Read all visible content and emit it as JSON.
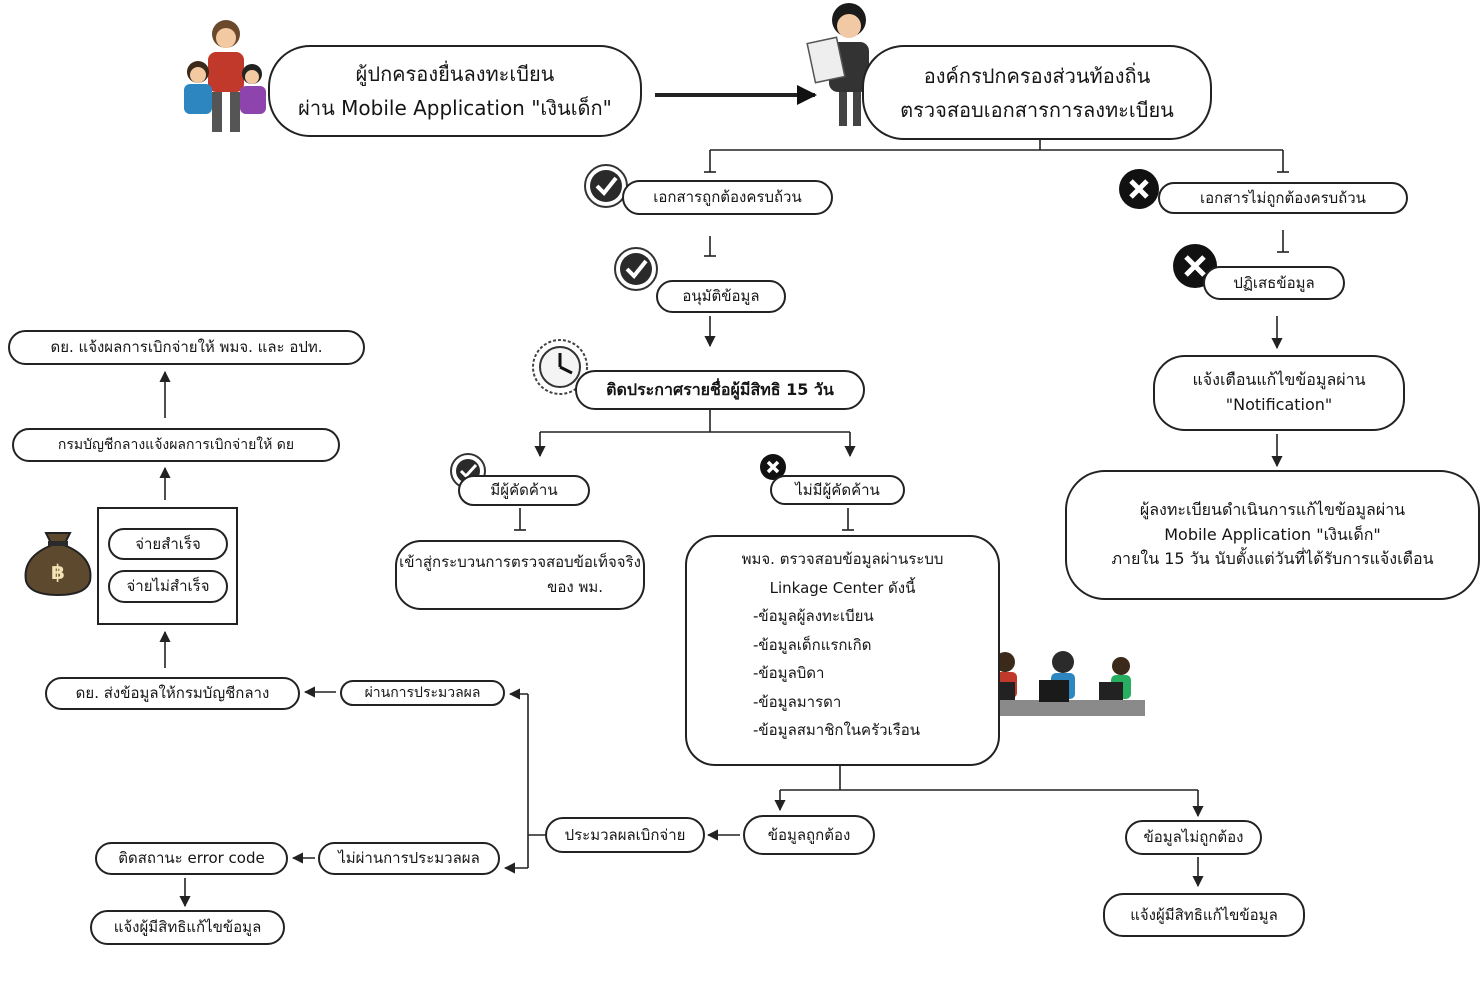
{
  "icons": {
    "approved": "check-badge-icon",
    "rejected": "x-circle-icon",
    "announce": "clock-icon",
    "money": "money-bag-icon",
    "parents": "parents-illustration",
    "officer": "officer-illustration",
    "staff": "staff-computers-illustration"
  },
  "colors": {
    "line": "#222222",
    "icon_dark": "#1a1a1a"
  },
  "flow": {
    "parent_register": {
      "line1": "ผู้ปกครองยื่นลงทะเบียน",
      "line2": "ผ่าน Mobile Application \"เงินเด็ก\""
    },
    "lao_check": {
      "line1": "องค์กรปกครองส่วนท้องถิ่น",
      "line2": "ตรวจสอบเอกสารการลงทะเบียน"
    },
    "docs_complete": "เอกสารถูกต้องครบถ้วน",
    "docs_incomplete": "เอกสารไม่ถูกต้องครบถ้วน",
    "approve": "อนุมัติข้อมูล",
    "reject": "ปฏิเสธข้อมูล",
    "announce": "ติดประกาศรายชื่อผู้มีสิทธิ 15 วัน",
    "notify": {
      "line1": "แจ้งเตือนแก้ไขข้อมูลผ่าน",
      "line2": "\"Notification\""
    },
    "objection": "มีผู้คัดค้าน",
    "no_objection": "ไม่มีผู้คัดค้าน",
    "fix_via_app": {
      "line1": "ผู้ลงทะเบียนดำเนินการแก้ไขข้อมูลผ่าน",
      "line2": "Mobile Application \"เงินเด็ก\"",
      "line3": "ภายใน 15 วัน นับตั้งแต่วันที่ได้รับการแจ้งเตือน"
    },
    "fact_check": {
      "line1": "เข้าสู่กระบวนการตรวจสอบข้อเท็จจริง",
      "line2": "ของ พม."
    },
    "linkage": {
      "line1": "พมจ. ตรวจสอบข้อมูลผ่านระบบ",
      "line2": "Linkage Center ดังนี้",
      "items": [
        "-ข้อมูลผู้ลงทะเบียน",
        "-ข้อมูลเด็กแรกเกิด",
        "-ข้อมูลบิดา",
        "-ข้อมูลมารดา",
        "-ข้อมูลสมาชิกในครัวเรือน"
      ]
    },
    "data_correct": "ข้อมูลถูกต้อง",
    "data_incorrect": "ข้อมูลไม่ถูกต้อง",
    "notify_fix_right": "แจ้งผู้มีสิทธิแก้ไขข้อมูล",
    "process_payment": "ประมวลผลเบิกจ่าย",
    "process_passed": "ผ่านการประมวลผล",
    "process_failed": "ไม่ผ่านการประมวลผล",
    "send_to_cgd": "ดย. ส่งข้อมูลให้กรมบัญชีกลาง",
    "pay_success": "จ่ายสำเร็จ",
    "pay_fail": "จ่ายไม่สำเร็จ",
    "cgd_report": "กรมบัญชีกลางแจ้งผลการเบิกจ่ายให้ ดย",
    "dy_report": "ดย. แจ้งผลการเบิกจ่ายให้ พมจ. และ อปท.",
    "error_code": "ติดสถานะ error code",
    "notify_fix_left": "แจ้งผู้มีสิทธิแก้ไขข้อมูล"
  }
}
